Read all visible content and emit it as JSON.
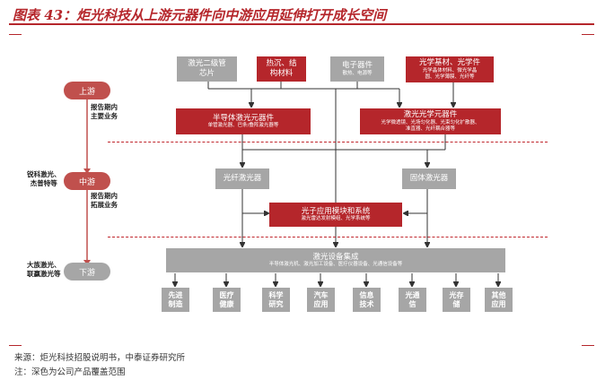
{
  "header": {
    "title": "图表 43：炬光科技从上游元器件向中游应用延伸打开成长空间"
  },
  "stages": {
    "upstream": {
      "label": "上游",
      "color": "#c0504d",
      "note": "报告期内\n主要业务"
    },
    "midstream": {
      "label": "中游",
      "color": "#c0504d",
      "note": "报告期内\n拓展业务",
      "peers": "锐科激光、\n杰普特等"
    },
    "downstream": {
      "label": "下游",
      "color": "#a6a6a6",
      "peers": "大族激光、\n联赢激光等"
    }
  },
  "materials": [
    {
      "label": "激光二级管\n芯片",
      "sub": ""
    },
    {
      "label": "热沉、结\n构材料",
      "sub": ""
    },
    {
      "label": "电子器件",
      "sub": "散热、电源等"
    },
    {
      "label": "光学基材、光学件",
      "sub": "光学晶体材料、微光学晶\n圆、光学薄膜、光纤等"
    }
  ],
  "components": [
    {
      "label": "半导体激光元器件",
      "sub": "单管激光器、巴条/叠阵激光器等"
    },
    {
      "label": "激光光学元器件",
      "sub": "光学微透镜、光场匀化器、光束匀化扩散器、\n准直器、光纤耦合器等"
    }
  ],
  "lasers": [
    {
      "label": "光纤激光器"
    },
    {
      "label": "固体激光器"
    }
  ],
  "module": {
    "label": "光子应用模块和系统",
    "sub": "激光雷达发射模组、光学系统等"
  },
  "equipment": {
    "label": "激光设备集成",
    "sub": "半导体激光机、激光加工设备、医疗仪器设备、光通信设备等"
  },
  "applications": [
    "先进\n制造",
    "医疗\n健康",
    "科学\n研究",
    "汽车\n应用",
    "信息\n技术",
    "光通\n信",
    "光存\n储",
    "其他\n应用"
  ],
  "footer": {
    "source": "来源：炬光科技招股说明书，中泰证券研究所",
    "note": "注：深色为公司产品覆盖范围"
  }
}
